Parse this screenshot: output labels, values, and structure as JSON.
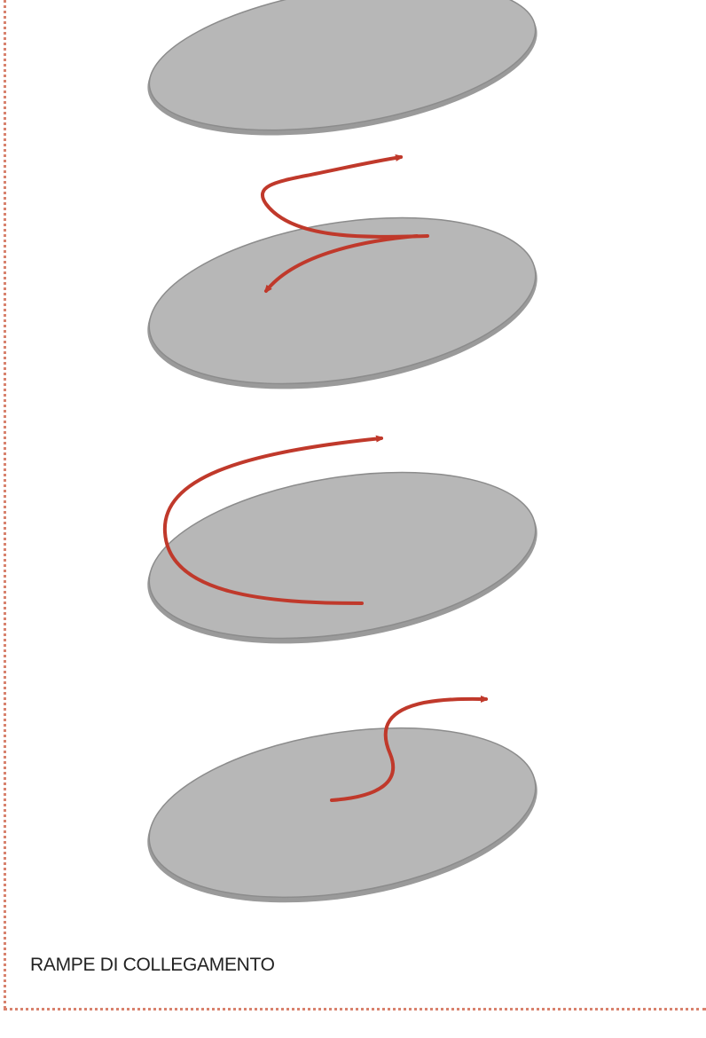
{
  "caption": "RAMPE DI COLLEGAMENTO",
  "colors": {
    "disc_fill": "#b7b7b7",
    "disc_stroke": "#8c8c8c",
    "arrow": "#c0392b",
    "border": "#d8826e"
  },
  "diagram": {
    "discs": [
      {
        "id": "disc-1"
      },
      {
        "id": "disc-2"
      },
      {
        "id": "disc-3"
      },
      {
        "id": "disc-4"
      }
    ],
    "arrows": [
      {
        "id": "ramp-arrow-s-curve"
      },
      {
        "id": "ramp-arrow-loop"
      },
      {
        "id": "ramp-arrow-small-s"
      }
    ]
  }
}
